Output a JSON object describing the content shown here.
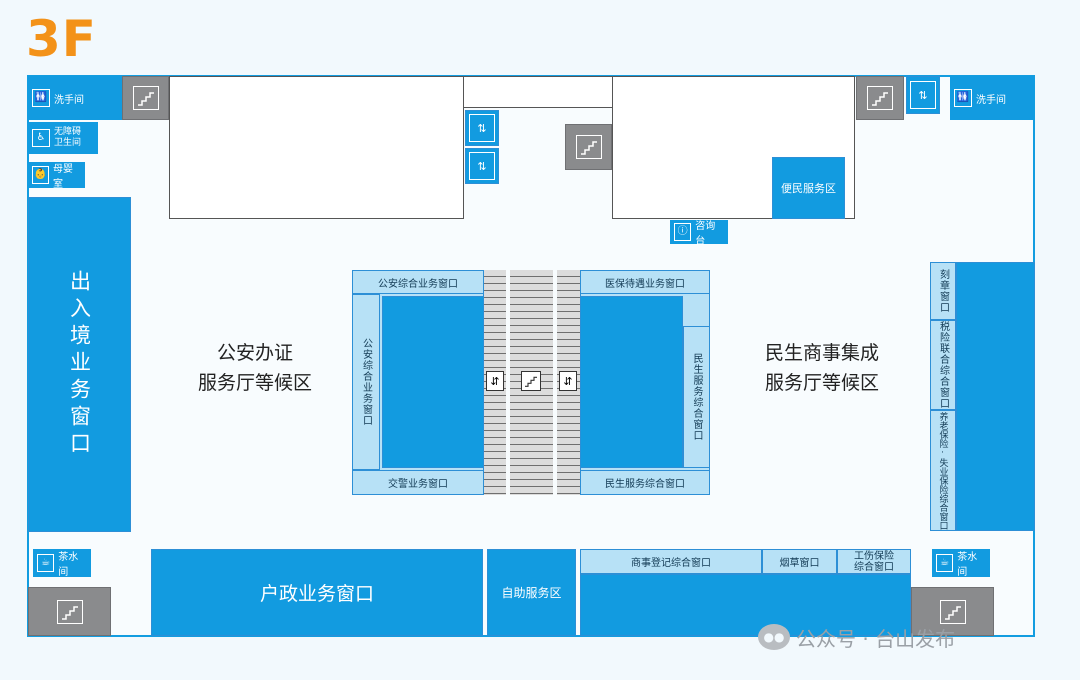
{
  "floor": {
    "label": "3F"
  },
  "colors": {
    "accent": "#129be0",
    "light": "#b7e1f6",
    "floor_label": "#f39219",
    "gray": "#8a8b8d"
  },
  "facilities": {
    "restroom_left": "洗手间",
    "restroom_right": "洗手间",
    "accessible_restroom_line1": "无障碍",
    "accessible_restroom_line2": "卫生间",
    "nursing_room": "母婴室",
    "tea_room_left": "茶水间",
    "tea_room_right": "茶水间",
    "info_desk": "咨询台"
  },
  "areas": {
    "exit_entry": "出入境业务窗口",
    "household": "户政业务窗口",
    "self_service": "自助服务区",
    "convenience": "便民服务区",
    "police_waiting_line1": "公安办证",
    "police_waiting_line2": "服务厅等候区",
    "livelihood_waiting_line1": "民生商事集成",
    "livelihood_waiting_line2": "服务厅等候区"
  },
  "windows": {
    "police_general_top": "公安综合业务窗口",
    "police_general_side": "公安综合业务窗口",
    "traffic_police": "交警业务窗口",
    "medical_insurance": "医保待遇业务窗口",
    "livelihood_side": "民生服务综合窗口",
    "livelihood_bottom": "民生服务综合窗口",
    "business_registration": "商事登记综合窗口",
    "tobacco": "烟草窗口",
    "work_injury_line1": "工伤保险",
    "work_injury_line2": "综合窗口",
    "seal_engraving": "刻章窗口",
    "tax_social_security": "税险联合综合窗口",
    "pension_unemployment": "养老保险·失业保险综合窗口"
  },
  "icons": {
    "stairs": "stairs-icon",
    "elevator": "elevator-icon",
    "escalator": "escalator-icon",
    "restroom": "restroom-icon",
    "wheelchair": "wheelchair-icon",
    "nursing": "nursing-icon",
    "cup": "cup-icon",
    "info": "info-desk-icon"
  },
  "watermark": {
    "text": "公众号 · 台山发布"
  }
}
